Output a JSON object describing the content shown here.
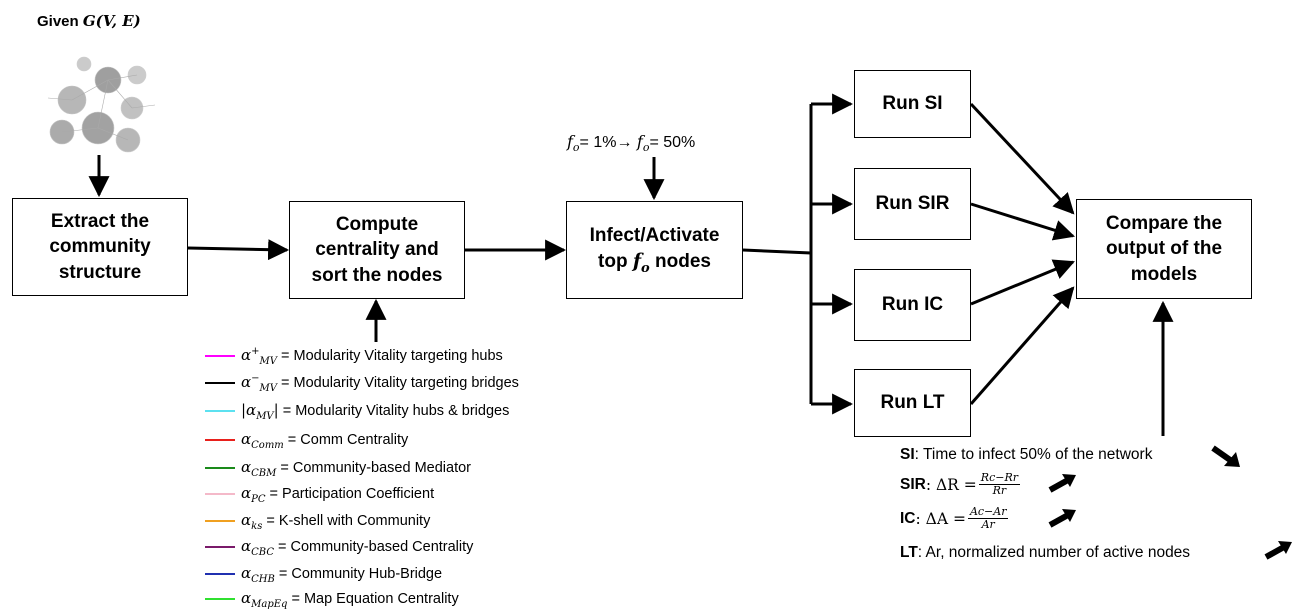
{
  "given_label": "Given",
  "given_math": "G(V, E)",
  "fo_label": "f_o= 1%→ f_o= 50%",
  "fo_start_text": "= 1%",
  "fo_end_text": "= 50%",
  "boxes": {
    "extract": [
      "Extract the",
      "community",
      "structure"
    ],
    "compute": [
      "Compute",
      "centrality and",
      "sort the nodes"
    ],
    "infect_line1": "Infect/Activate",
    "infect_line2_prefix": "top",
    "infect_line2_suffix": "nodes",
    "run_si": "Run SI",
    "run_sir": "Run SIR",
    "run_ic": "Run IC",
    "run_lt": "Run LT",
    "compare": [
      "Compare the",
      "output of the",
      "models"
    ]
  },
  "legend": [
    {
      "symbol": "α⁺MV",
      "text": "= Modularity Vitality targeting hubs",
      "color": "#ff00ff"
    },
    {
      "symbol": "α⁻MV",
      "text": "= Modularity Vitality targeting bridges",
      "color": "#000000"
    },
    {
      "symbol": "|αMV|",
      "text": "= Modularity Vitality hubs & bridges",
      "color": "#5ce1f0"
    },
    {
      "symbol": "αComm",
      "text": "= Comm Centrality",
      "color": "#e8201c"
    },
    {
      "symbol": "αCBM",
      "text": "= Community-based Mediator",
      "color": "#1a8a1a"
    },
    {
      "symbol": "αPC",
      "text": "= Participation Coefficient",
      "color": "#f4b9c9"
    },
    {
      "symbol": "αks",
      "text": "= K-shell with Community",
      "color": "#f0a020"
    },
    {
      "symbol": "αCBC",
      "text": "= Community-based Centrality",
      "color": "#7a1a6a"
    },
    {
      "symbol": "αCHB",
      "text": "= Community Hub-Bridge",
      "color": "#2030b0"
    },
    {
      "symbol": "αMapEq",
      "text": "= Map Equation Centrality",
      "color": "#30e030"
    }
  ],
  "metrics": {
    "si_label": "SI",
    "si_text": ": Time to infect 50% of the network",
    "sir_label": "SIR",
    "sir_eq": ": ΔR =",
    "sir_num": "Rc−Rr",
    "sir_den": "Rr",
    "ic_label": "IC",
    "ic_eq": " : ΔA =",
    "ic_num": "Ac−Ar",
    "ic_den": "Ar",
    "lt_label": "LT",
    "lt_text": " : Ar, normalized number of active nodes"
  }
}
